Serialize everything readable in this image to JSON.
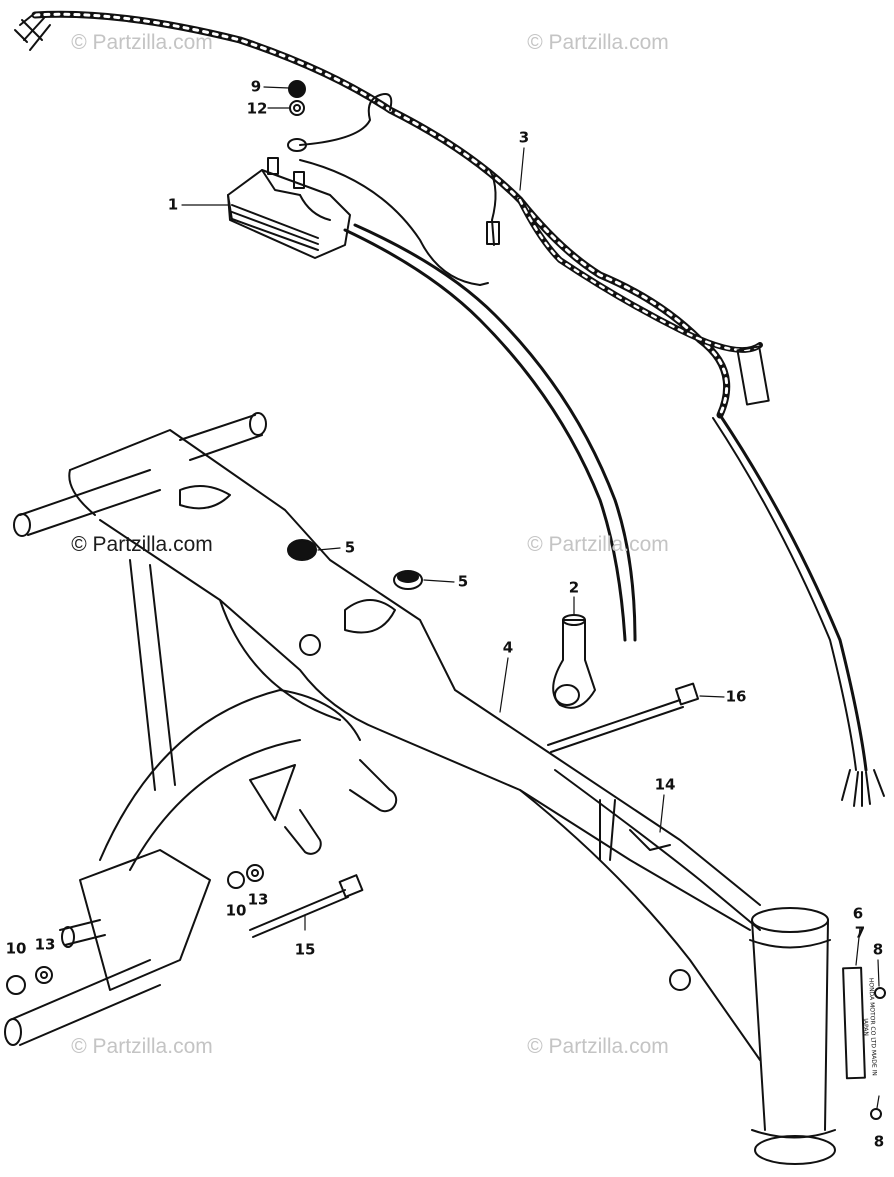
{
  "watermark": "© Partzilla.com",
  "callouts": {
    "c1": "1",
    "c2": "2",
    "c3": "3",
    "c4": "4",
    "c5a": "5",
    "c5b": "5",
    "c6": "6",
    "c7": "7",
    "c8a": "8",
    "c8b": "8",
    "c9": "9",
    "c10a": "10",
    "c10b": "10",
    "c12": "12",
    "c13a": "13",
    "c13b": "13",
    "c14": "14",
    "c15": "15",
    "c16": "16"
  },
  "plate_text": "HONDA MOTOR CO LTD MADE IN JAPAN"
}
